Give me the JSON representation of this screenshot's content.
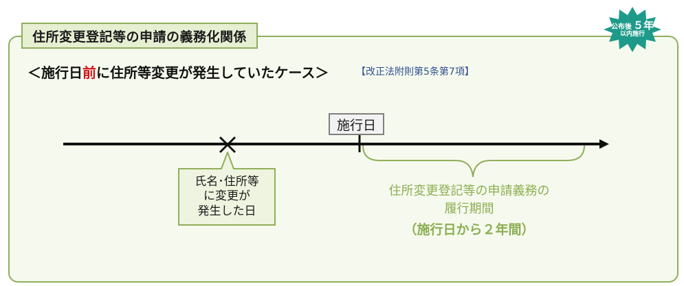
{
  "header": {
    "title": "住所変更登記等の申請の義務化関係",
    "badge": {
      "prefix": "公布後",
      "number": "５年",
      "suffix": "以内施行"
    }
  },
  "case": {
    "bracket_open": "＜",
    "text_before": "施行日",
    "text_highlight": "前",
    "text_after": "に住所等変更が発生していたケース",
    "bracket_close": "＞",
    "law_reference": "【改正法附則第5条第7項】"
  },
  "timeline": {
    "enforcement_label": "施行日",
    "change_event": {
      "line1": "氏名･住所等",
      "line2": "に変更が",
      "line3": "発生した日"
    },
    "period": {
      "line1": "住所変更登記等の申請義務の",
      "line2": "履行期間",
      "line3": "（施行日から２年間）"
    }
  },
  "colors": {
    "green_border": "#8fae5a",
    "green_text": "#8cae52",
    "title_fill": "#e6efd2",
    "starburst": "#1e9a8a",
    "red": "#d4141c",
    "blue_ref": "#2f4f8f"
  }
}
